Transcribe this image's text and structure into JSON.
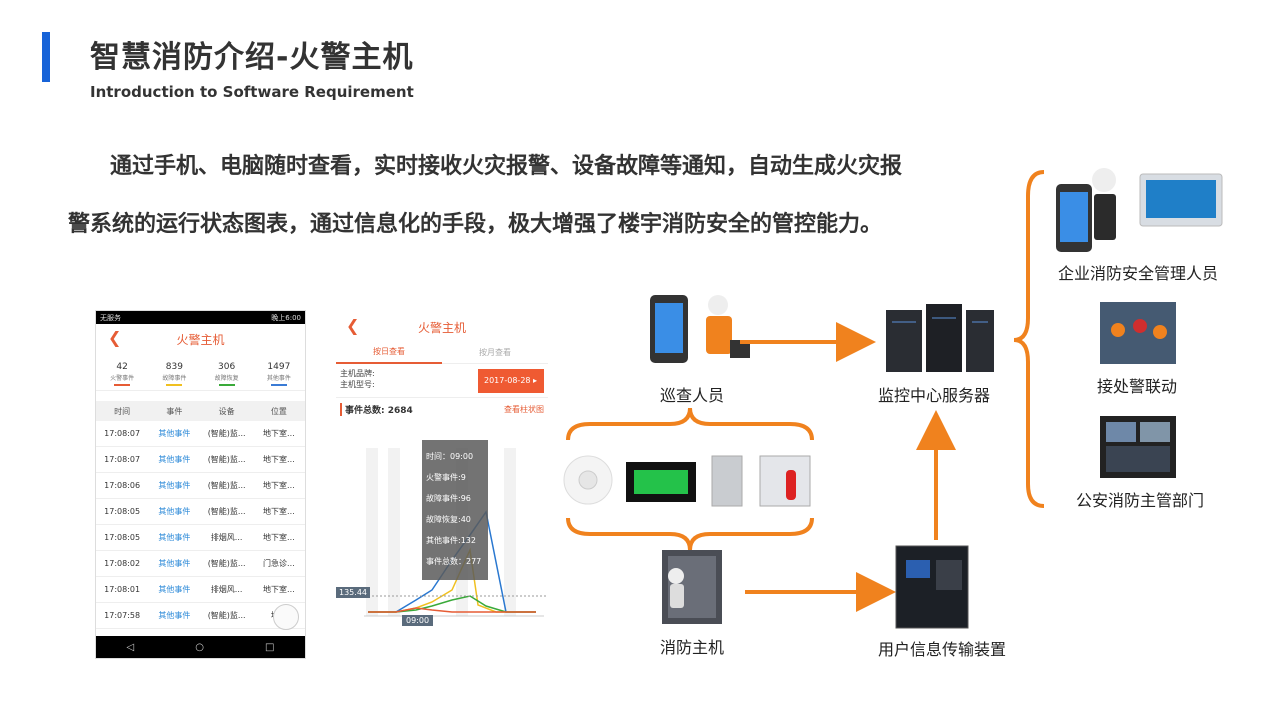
{
  "header": {
    "title": "智慧消防介绍-火警主机",
    "subtitle": "Introduction to Software Requirement"
  },
  "intro": {
    "line1": "通过手机、电脑随时查看，实时接收火灾报警、设备故障等通知，自动生成火灾报",
    "line2": "警系统的运行状态图表，通过信息化的手段，极大增强了楼宇消防安全的管控能力。"
  },
  "phone": {
    "status_left": "无服务",
    "status_right": "晚上6:00",
    "title": "火警主机",
    "stats": [
      {
        "num": "42",
        "label": "火警事件",
        "color": "#e65c35"
      },
      {
        "num": "839",
        "label": "故障事件",
        "color": "#f0c020"
      },
      {
        "num": "306",
        "label": "故障恢复",
        "color": "#3aaa3a"
      },
      {
        "num": "1497",
        "label": "其他事件",
        "color": "#3a7bd5"
      }
    ],
    "headers": [
      "时间",
      "事件",
      "设备",
      "位置"
    ],
    "rows": [
      [
        "17:08:07",
        "其他事件",
        "(智能)监...",
        "地下室..."
      ],
      [
        "17:08:07",
        "其他事件",
        "(智能)监...",
        "地下室..."
      ],
      [
        "17:08:06",
        "其他事件",
        "(智能)监...",
        "地下室..."
      ],
      [
        "17:08:05",
        "其他事件",
        "(智能)监...",
        "地下室..."
      ],
      [
        "17:08:05",
        "其他事件",
        "排烟风...",
        "地下室..."
      ],
      [
        "17:08:02",
        "其他事件",
        "(智能)监...",
        "门急诊..."
      ],
      [
        "17:08:01",
        "其他事件",
        "排烟风...",
        "地下室..."
      ],
      [
        "17:07:58",
        "其他事件",
        "(智能)监...",
        "地下"
      ]
    ]
  },
  "chart_panel": {
    "title": "火警主机",
    "tab_day": "按日查看",
    "tab_month": "按月查看",
    "brand_label": "主机品牌:",
    "model_label": "主机型号:",
    "date": "2017-08-28",
    "total_label": "事件总数:",
    "total_value": "2684",
    "bar_link": "查看柱状图",
    "tooltip": {
      "time": "时间：09:00",
      "fire": "火警事件:9",
      "fault": "故障事件:96",
      "recover": "故障恢复:40",
      "other": "其他事件:132",
      "total": "事件总数：277"
    },
    "x_marker": "09:00",
    "y_marker": "135.44"
  },
  "diagram": {
    "inspector": "巡查人员",
    "server": "监控中心服务器",
    "host": "消防主机",
    "transmitter": "用户信息传输装置",
    "manager": "企业消防安全管理人员",
    "alarm_link": "接处警联动",
    "police": "公安消防主管部门",
    "accent": "#f0821e"
  }
}
